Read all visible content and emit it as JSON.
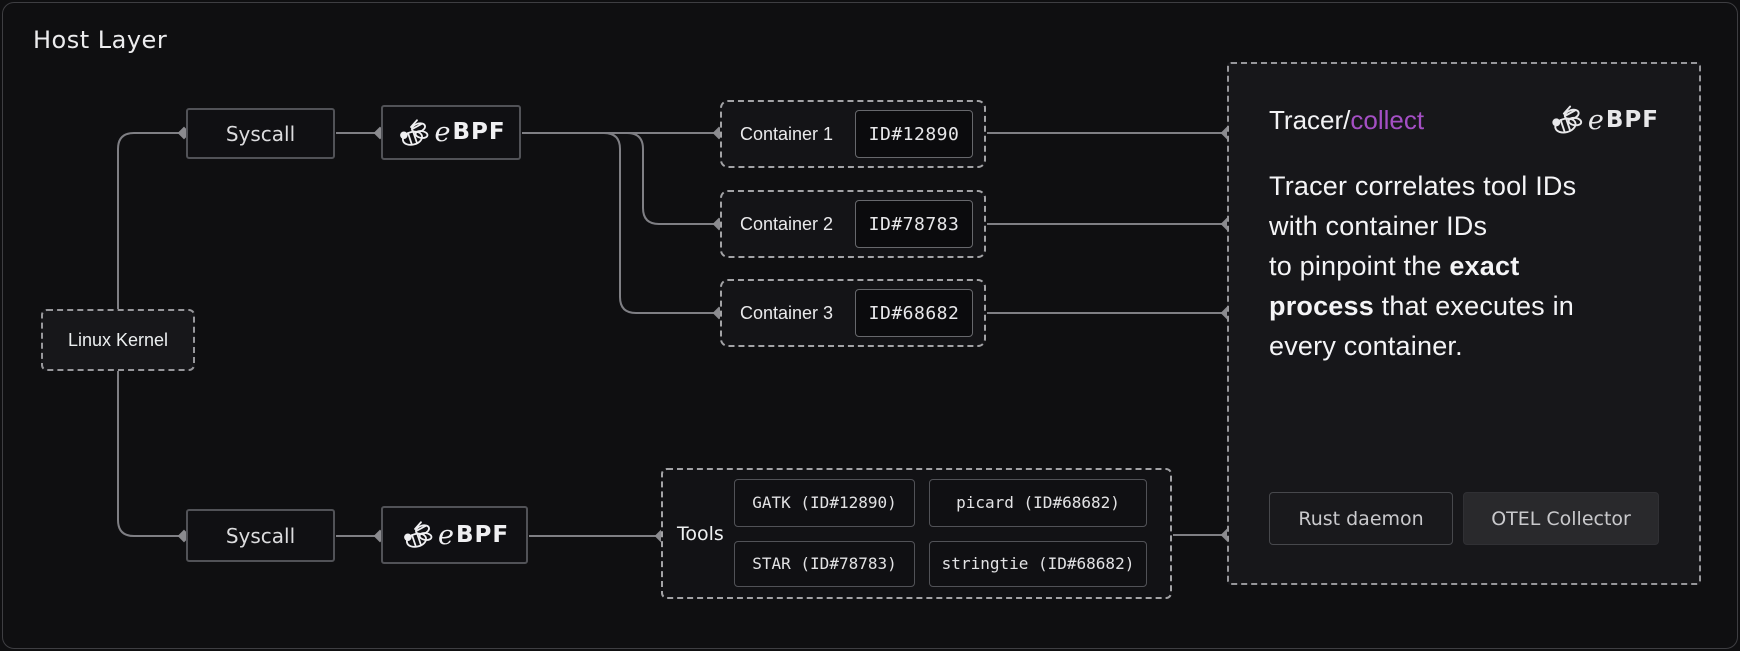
{
  "title": "Host Layer",
  "kernel": {
    "label": "Linux Kernel"
  },
  "flows": {
    "top": {
      "syscall": "Syscall"
    },
    "bottom": {
      "syscall": "Syscall"
    }
  },
  "ebpf_wordmark": {
    "e": "e",
    "bpf": "BPF"
  },
  "containers": [
    {
      "label": "Container 1",
      "id": "ID#12890"
    },
    {
      "label": "Container 2",
      "id": "ID#78783"
    },
    {
      "label": "Container 3",
      "id": "ID#68682"
    }
  ],
  "tools": {
    "label": "Tools",
    "items": [
      "GATK (ID#12890)",
      "picard (ID#68682)",
      "STAR (ID#78783)",
      "stringtie (ID#68682)"
    ]
  },
  "panel": {
    "title_primary": "Tracer/",
    "title_accent": "collect",
    "description": {
      "line1": "Tracer correlates tool IDs",
      "line2": "with container IDs",
      "line3_pre": "to pinpoint the ",
      "line3_bold": "exact",
      "line4_bold": "process",
      "line4_post": " that executes in",
      "line5": "every container."
    },
    "buttons": {
      "rust": "Rust daemon",
      "otel": "OTEL Collector"
    }
  },
  "colors": {
    "background": "#0f0f11",
    "accent_purple": "#a44fc4",
    "connector_line": "#7f7f84",
    "dashed_border": "#a3a3a6"
  }
}
